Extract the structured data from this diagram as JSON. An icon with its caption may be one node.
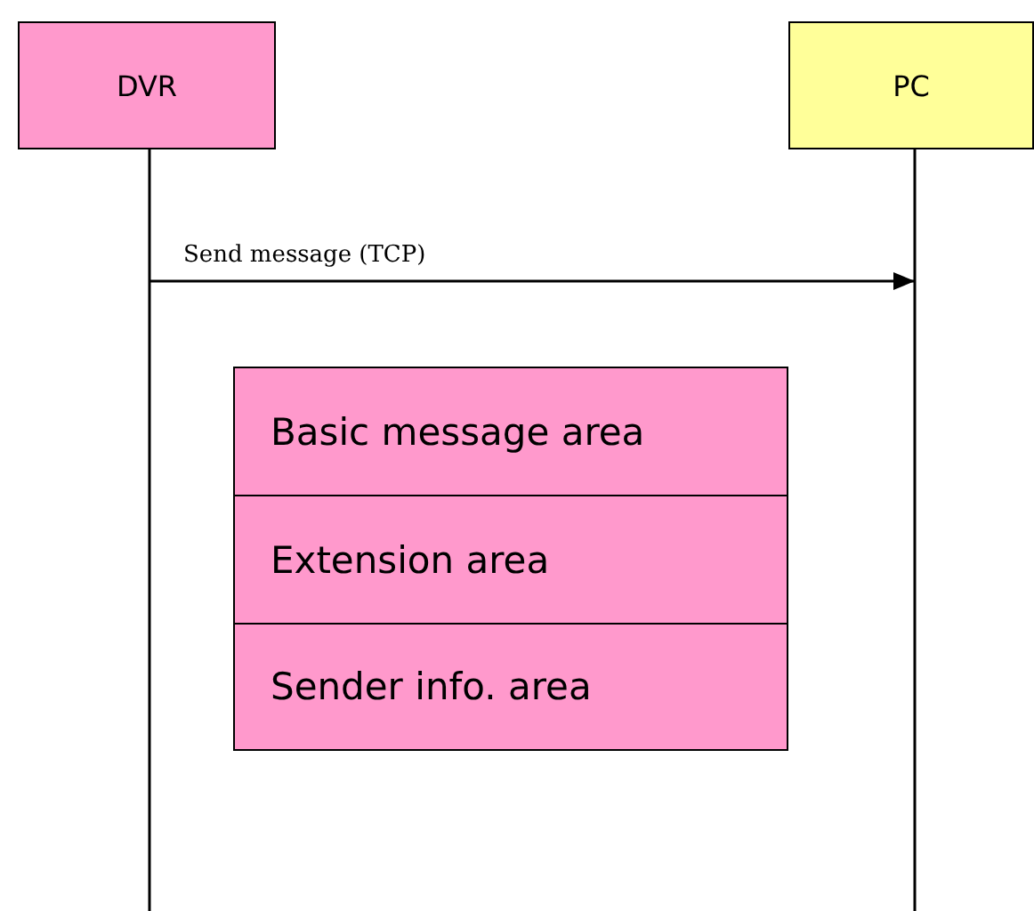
{
  "diagram": {
    "nodes": [
      {
        "text": [
          "DVR"
        ]
      },
      {
        "text": [
          "PC"
        ]
      },
      {
        "text": [
          "Basic message area"
        ]
      },
      {
        "text": [
          "Extension area"
        ]
      },
      {
        "text": [
          "Sender info. area"
        ]
      }
    ],
    "edges": [
      {
        "from": 0,
        "to": 1,
        "arrow": "to",
        "label": "Send message (TCP)"
      }
    ]
  }
}
